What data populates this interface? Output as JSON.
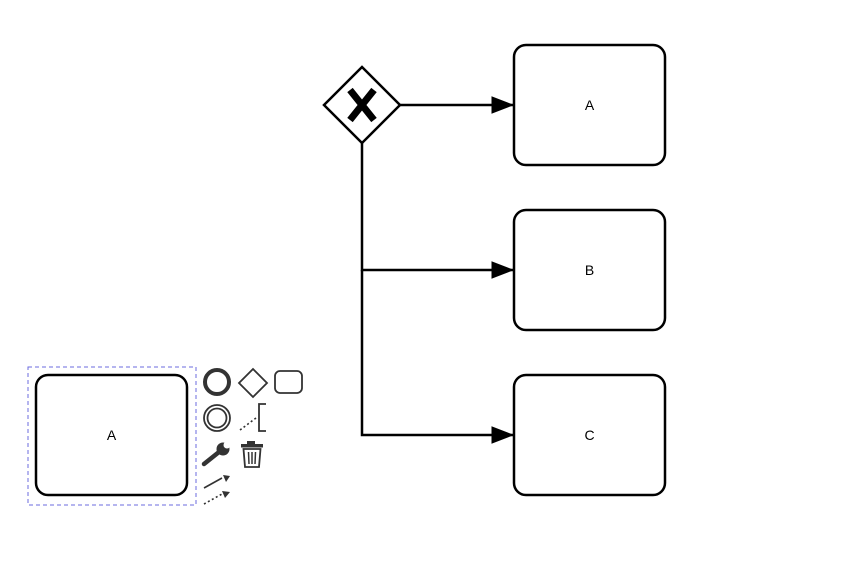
{
  "diagram": {
    "gateway": {
      "type": "exclusive",
      "marker": "X",
      "icon": "exclusive-gateway-icon"
    },
    "tasks": [
      {
        "id": "task-a",
        "label": "A"
      },
      {
        "id": "task-b",
        "label": "B"
      },
      {
        "id": "task-c",
        "label": "C"
      }
    ],
    "selected_task": {
      "label": "A"
    }
  },
  "context_pad": {
    "entries": [
      {
        "name": "append-end-event-icon"
      },
      {
        "name": "append-gateway-icon"
      },
      {
        "name": "append-task-icon"
      },
      {
        "name": "append-intermediate-event-icon"
      },
      {
        "name": "append-text-annotation-icon"
      },
      {
        "name": "change-type-wrench-icon"
      },
      {
        "name": "delete-trash-icon"
      },
      {
        "name": "connect-arrows-icon"
      }
    ]
  },
  "colors": {
    "stroke": "#000000",
    "selection": "#6b6bdf",
    "pad_icon": "#333333"
  }
}
